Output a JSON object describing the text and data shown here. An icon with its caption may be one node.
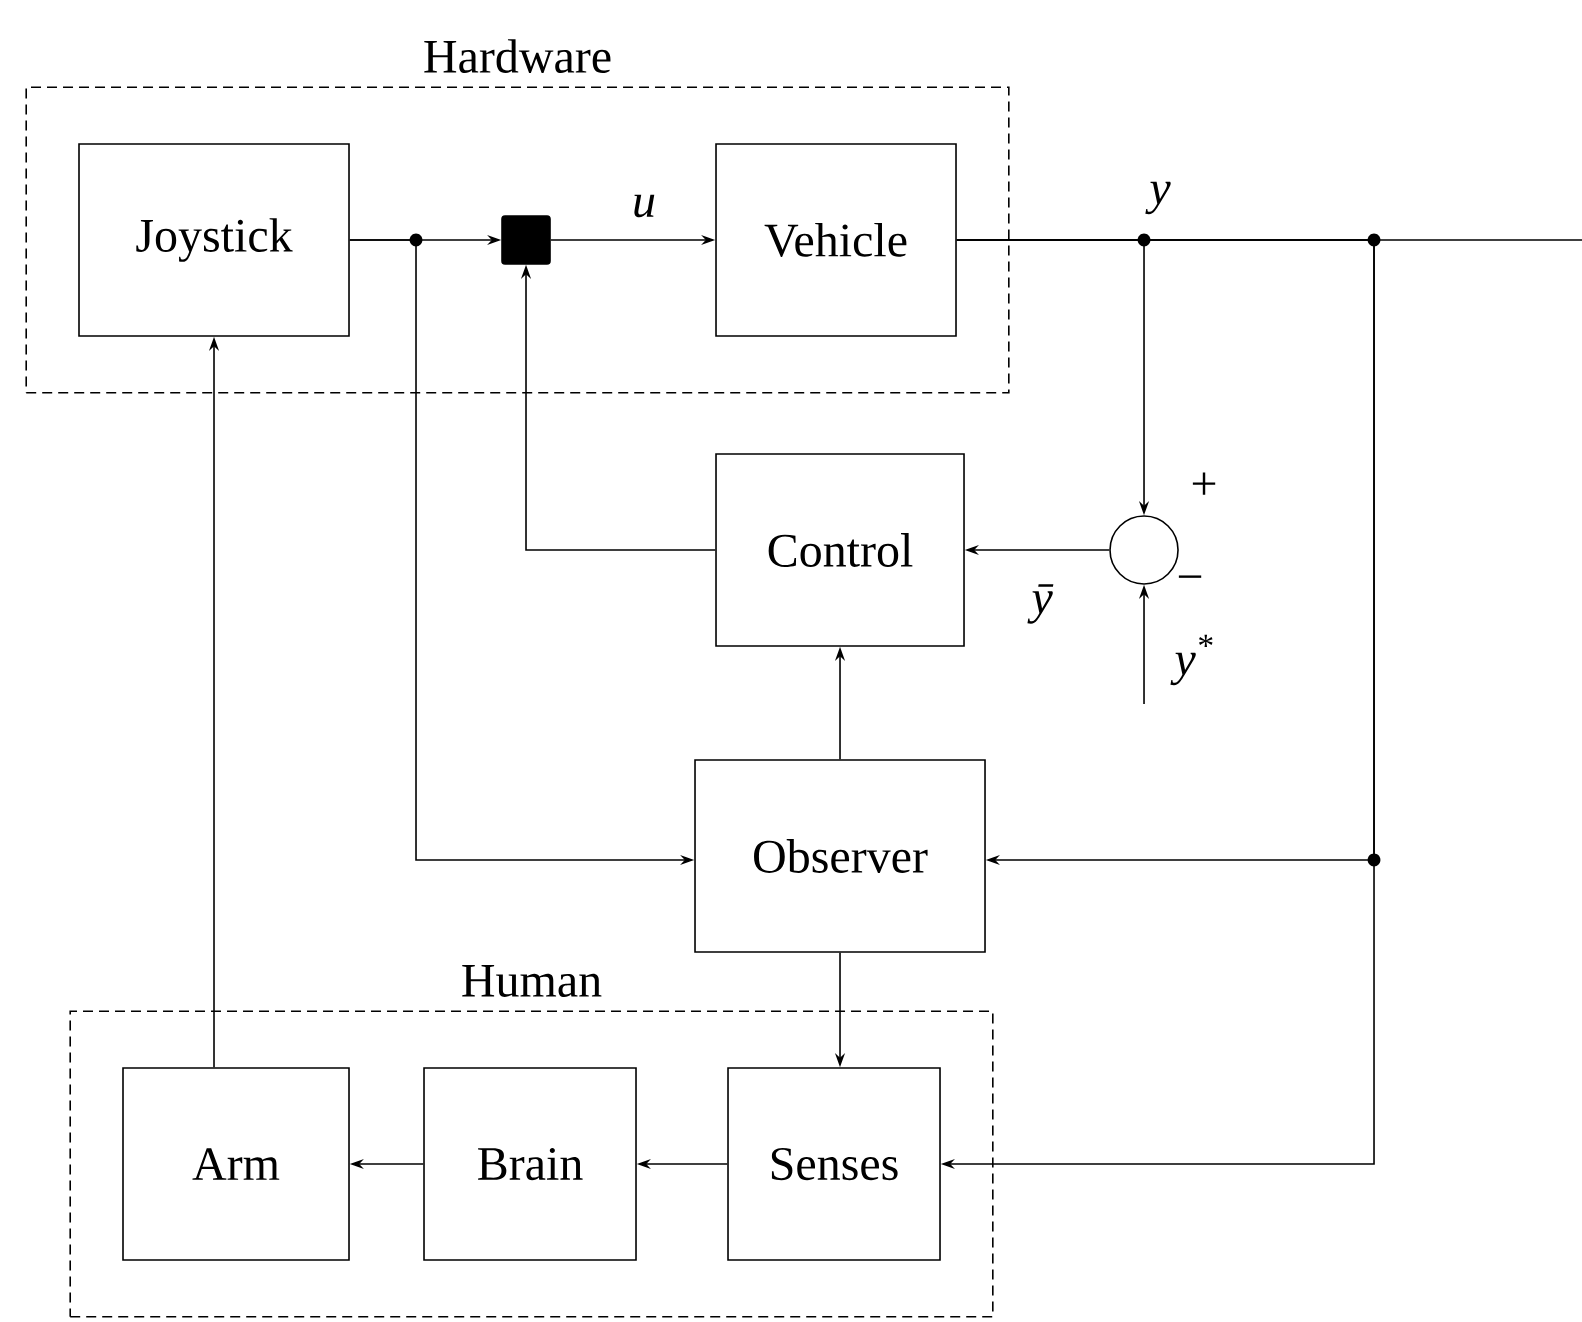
{
  "diagram": {
    "nodes": [
      {
        "text": [
          "Hardware"
        ]
      },
      {
        "text": [
          "Joystick"
        ],
        "in": 0
      },
      {
        "text": [],
        "shape": "box",
        "in": 0
      },
      {
        "text": [
          "Vehicle"
        ],
        "in": 0
      },
      {
        "text": [
          "Control"
        ]
      },
      {
        "text": [],
        "shape": "circle"
      },
      {
        "text": [
          "Observer"
        ]
      },
      {
        "text": [
          "Human"
        ]
      },
      {
        "text": [
          "Arm"
        ],
        "in": 7
      },
      {
        "text": [
          "Brain"
        ],
        "in": 7
      },
      {
        "text": [
          "Senses"
        ],
        "in": 7
      }
    ],
    "edges": [
      {
        "from": 1,
        "to": 2,
        "arrow": "to"
      },
      {
        "from": 2,
        "to": 3,
        "arrow": "to",
        "label": "u"
      },
      {
        "from": 3,
        "to": null,
        "arrow": "none",
        "label": "y"
      },
      {
        "from": 3,
        "to": 5,
        "arrow": "to"
      },
      {
        "from": 3,
        "to": 6,
        "arrow": "to"
      },
      {
        "from": 3,
        "to": 10,
        "arrow": "to"
      },
      {
        "from": null,
        "to": 5,
        "arrow": "to",
        "label": "y$^{*}$"
      },
      {
        "from": 5,
        "to": 4,
        "arrow": "to",
        "label": "ȳ"
      },
      {
        "from": 4,
        "to": 2,
        "arrow": "to"
      },
      {
        "from": 1,
        "to": 6,
        "arrow": "to"
      },
      {
        "from": 6,
        "to": 4,
        "arrow": "to"
      },
      {
        "from": 6,
        "to": 10,
        "arrow": "to"
      },
      {
        "from": 10,
        "to": 9,
        "arrow": "to"
      },
      {
        "from": 9,
        "to": 8,
        "arrow": "to"
      },
      {
        "from": 8,
        "to": 1,
        "arrow": "to"
      }
    ],
    "labels": [
      "+",
      "−"
    ]
  }
}
